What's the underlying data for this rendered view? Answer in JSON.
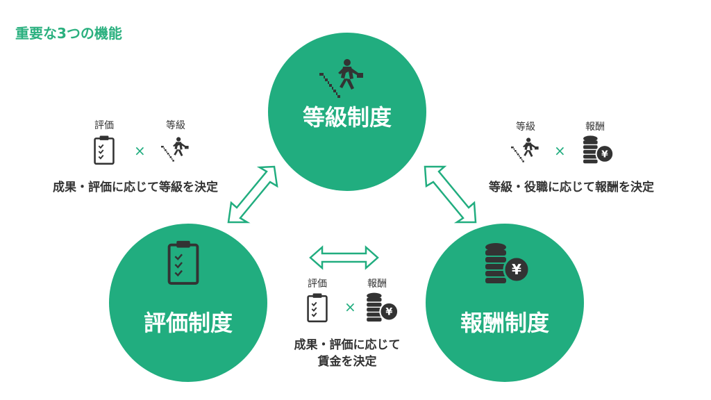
{
  "header": {
    "title": "重要な3つの機能"
  },
  "systems": {
    "grade": {
      "title": "等級制度",
      "icon": "stair-climb-businessman-icon"
    },
    "evaluation": {
      "title": "評価制度",
      "icon": "clipboard-checklist-icon"
    },
    "compensation": {
      "title": "報酬制度",
      "icon": "yen-coin-stack-icon"
    }
  },
  "relations": {
    "eval_grade": {
      "left_label": "評価",
      "right_label": "等級",
      "operator": "×",
      "description": "成果・評価に応じて等級を決定"
    },
    "grade_comp": {
      "left_label": "等級",
      "right_label": "報酬",
      "operator": "×",
      "description": "等級・役職に応じて報酬を決定"
    },
    "eval_comp": {
      "left_label": "評価",
      "right_label": "報酬",
      "operator": "×",
      "description_line1": "成果・評価に応じて",
      "description_line2": "賃金を決定"
    }
  },
  "colors": {
    "primary_green": "#21ad7f",
    "title_green": "#2bb07f",
    "icon_dark": "#333333",
    "text": "#333333"
  }
}
